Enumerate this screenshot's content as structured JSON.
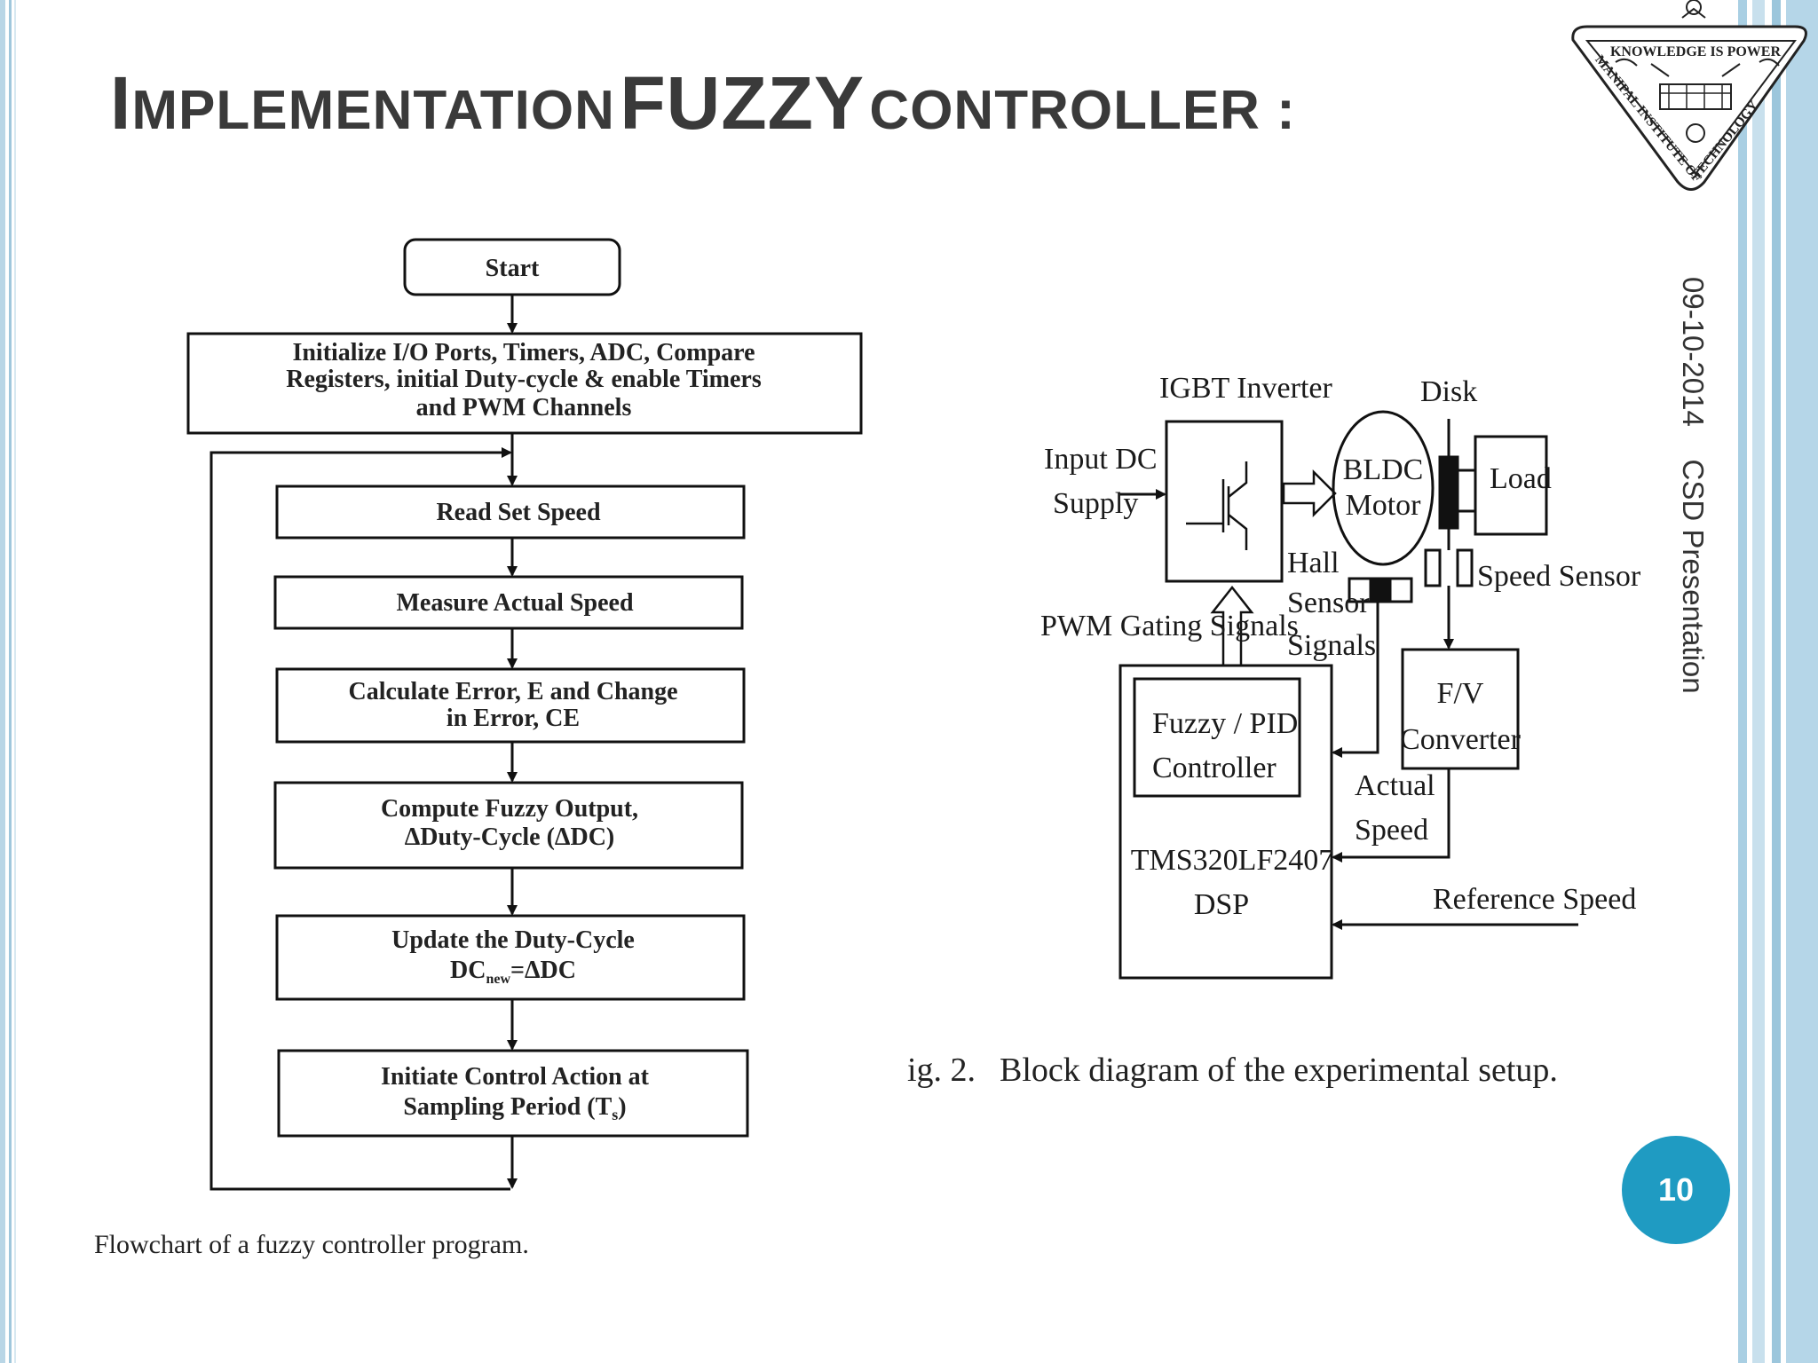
{
  "slide": {
    "title_part1_initial": "I",
    "title_part1_rest": "MPLEMENTATION",
    "title_part2": "FUZZY",
    "title_part3": "CONTROLLER :",
    "date": "09-10-2014",
    "presentation": "CSD Presentation",
    "page_number": "10",
    "accent_color": "#1f9bc2"
  },
  "logo": {
    "motto": "KNOWLEDGE IS POWER",
    "institution": "MANIPAL INSTITUTE OF TECHNOLOGY"
  },
  "flowchart": {
    "start": "Start",
    "init_line1": "Initialize I/O Ports, Timers, ADC, Compare",
    "init_line2": "Registers, initial Duty-cycle & enable Timers",
    "init_line3": "and PWM Channels",
    "read_set_speed": "Read Set Speed",
    "measure_speed": "Measure Actual Speed",
    "calc_line1": "Calculate Error, E and Change",
    "calc_line2": "in Error, CE",
    "compute_line1": "Compute Fuzzy Output,",
    "compute_line2": "ΔDuty-Cycle (ΔDC)",
    "update_line1": "Update the Duty-Cycle",
    "update_line2_a": "DC",
    "update_line2_sub": "new",
    "update_line2_b": "=ΔDC",
    "initiate_line1": "Initiate Control Action at",
    "initiate_line2_a": "Sampling Period (T",
    "initiate_line2_sub": "s",
    "initiate_line2_b": ")",
    "caption": "Flowchart of a fuzzy controller program."
  },
  "block_diagram": {
    "igbt_inverter": "IGBT Inverter",
    "disk": "Disk",
    "input_dc_line1": "Input DC",
    "input_dc_line2": "Supply",
    "bldc_line1": "BLDC",
    "bldc_line2": "Motor",
    "load": "Load",
    "hall_line1": "Hall",
    "hall_line2": "Sensor",
    "hall_line3": "Signals",
    "speed_sensor": "Speed Sensor",
    "pwm_gating": "PWM Gating Signals",
    "fuzzy_line1": "Fuzzy / PID",
    "fuzzy_line2": "Controller",
    "fv_line1": "F/V",
    "fv_line2": "Converter",
    "actual_line1": "Actual",
    "actual_line2": "Speed",
    "dsp_line1": "TMS320LF2407",
    "dsp_line2": "DSP",
    "reference_speed": "Reference Speed",
    "caption_fig": "ig. 2.",
    "caption_text": "Block diagram of the experimental setup."
  }
}
